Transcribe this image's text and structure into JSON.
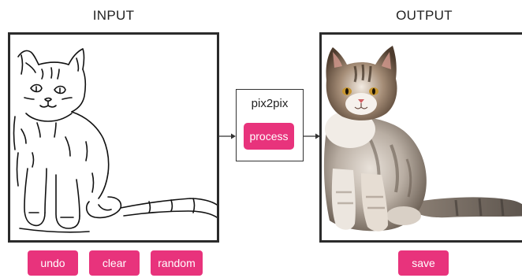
{
  "input": {
    "label": "INPUT"
  },
  "output": {
    "label": "OUTPUT"
  },
  "model": {
    "name": "pix2pix",
    "process_label": "process"
  },
  "controls": {
    "undo_label": "undo",
    "clear_label": "clear",
    "random_label": "random",
    "save_label": "save"
  },
  "colors": {
    "accent": "#e8337c",
    "border": "#2b2b2b"
  }
}
